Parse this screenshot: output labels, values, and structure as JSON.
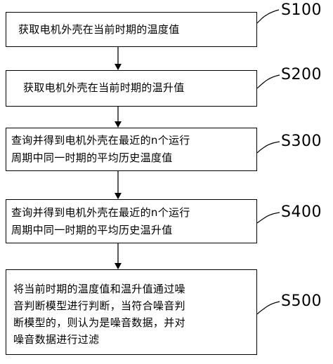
{
  "steps": [
    {
      "id": "S100",
      "lines": [
        "获取电机外壳在当前时期的温度值"
      ]
    },
    {
      "id": "S200",
      "lines": [
        "获取电机外壳在当前时期的温升值"
      ]
    },
    {
      "id": "S300",
      "lines": [
        "查询并得到电机外壳在最近的n个运行",
        "周期中同一时期的平均历史温度值"
      ]
    },
    {
      "id": "S400",
      "lines": [
        "查询并得到电机外壳在最近的n个运行",
        "周期中同一时期的平均历史温升值"
      ]
    },
    {
      "id": "S500",
      "lines": [
        "将当前时期的温度值和温升值通过噪",
        "音判断模型进行判断，当符合噪音判",
        "断模型的，则认为是噪音数据，并对",
        "噪音数据进行过滤"
      ]
    }
  ]
}
